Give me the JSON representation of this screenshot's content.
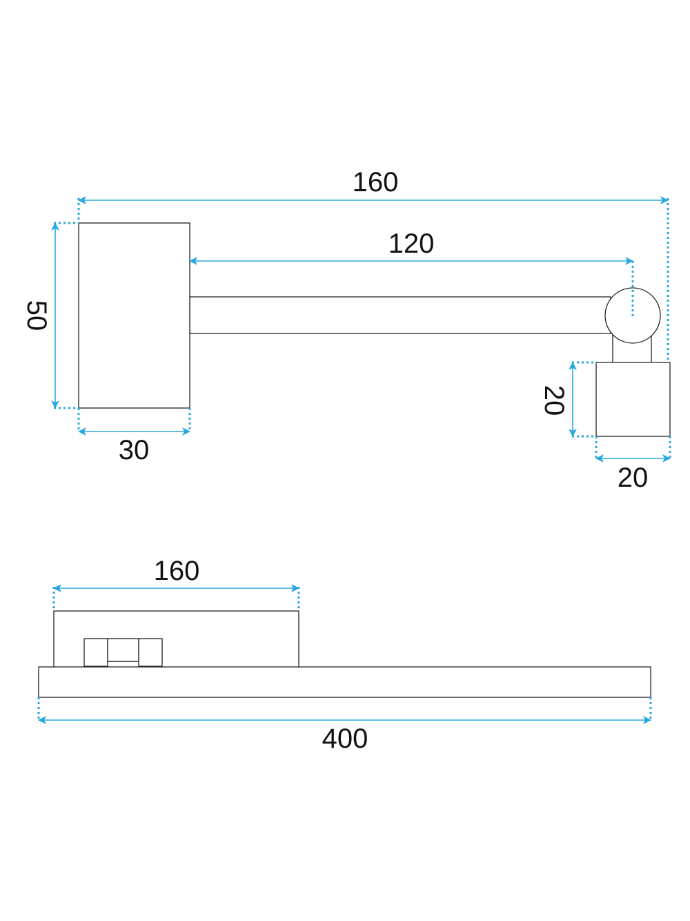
{
  "side_view": {
    "dim_overall_width": "160",
    "dim_arm_length": "120",
    "dim_base_height": "50",
    "dim_base_width": "30",
    "dim_lamp_height": "20",
    "dim_lamp_width": "20"
  },
  "front_view": {
    "dim_mount_width": "160",
    "dim_lamp_length": "400"
  },
  "colors": {
    "dimension": "#29a8e0",
    "outline": "#222222",
    "text": "#111111"
  }
}
